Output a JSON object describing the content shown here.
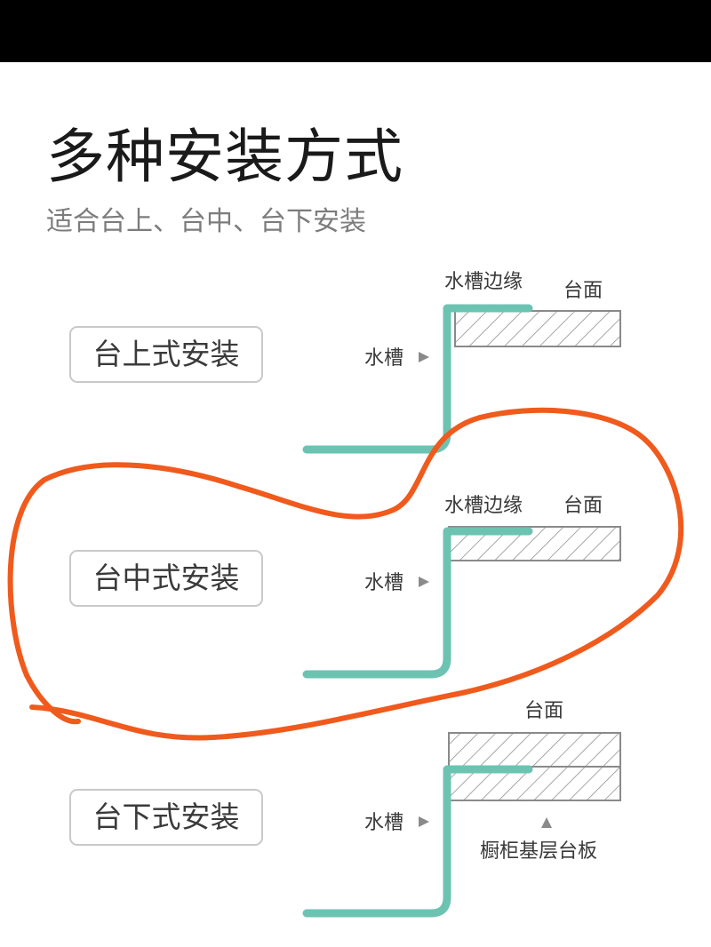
{
  "title": "多种安装方式",
  "subtitle": "适合台上、台中、台下安装",
  "colors": {
    "sink": "#6cc3b2",
    "hatch": "#8a8a8a",
    "annotation": "#f05a1c",
    "topbar": "#000000"
  },
  "methods": [
    {
      "label": "台上式安装",
      "edge_label": "水槽边缘",
      "counter_label": "台面",
      "sink_label": "水槽"
    },
    {
      "label": "台中式安装",
      "edge_label": "水槽边缘",
      "counter_label": "台面",
      "sink_label": "水槽"
    },
    {
      "label": "台下式安装",
      "counter_label": "台面",
      "sink_label": "水槽",
      "cabinet_label": "橱柜基层台板"
    }
  ]
}
